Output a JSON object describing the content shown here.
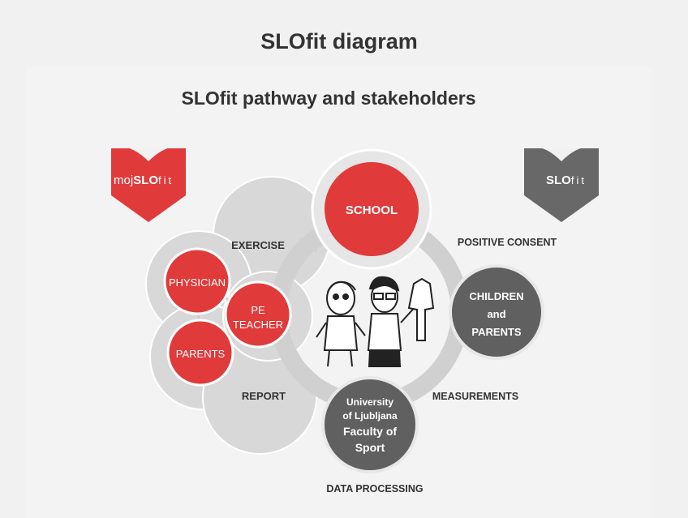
{
  "page": {
    "title": "SLOfit diagram"
  },
  "diagram": {
    "subtitle": "SLOfit pathway and stakeholders",
    "logo_left": {
      "pre": "moj",
      "bold": "SLO",
      "post": "fit"
    },
    "logo_right": {
      "bold": "SLO",
      "post": "fit"
    },
    "nodes": {
      "school": "SCHOOL",
      "physician": "PHYSICIAN",
      "pe_teacher": [
        "PE",
        "TEACHER"
      ],
      "parents": "PARENTS",
      "children_parents": [
        "CHILDREN",
        "and",
        "PARENTS"
      ],
      "university": [
        "University",
        "of Ljubljana",
        "Faculty of",
        "Sport"
      ]
    },
    "labels": {
      "exercise": "EXERCISE",
      "report": "REPORT",
      "positive_consent": "POSITIVE CONSENT",
      "measurements": "MEASUREMENTS",
      "data_processing": "DATA PROCESSING"
    },
    "colors": {
      "red": "#e03a3a",
      "dark_gray": "#606060",
      "light_gray": "#d6d6d6",
      "ring": "#d2d2d2",
      "text": "#333333"
    },
    "illustration": "children-drawing"
  }
}
